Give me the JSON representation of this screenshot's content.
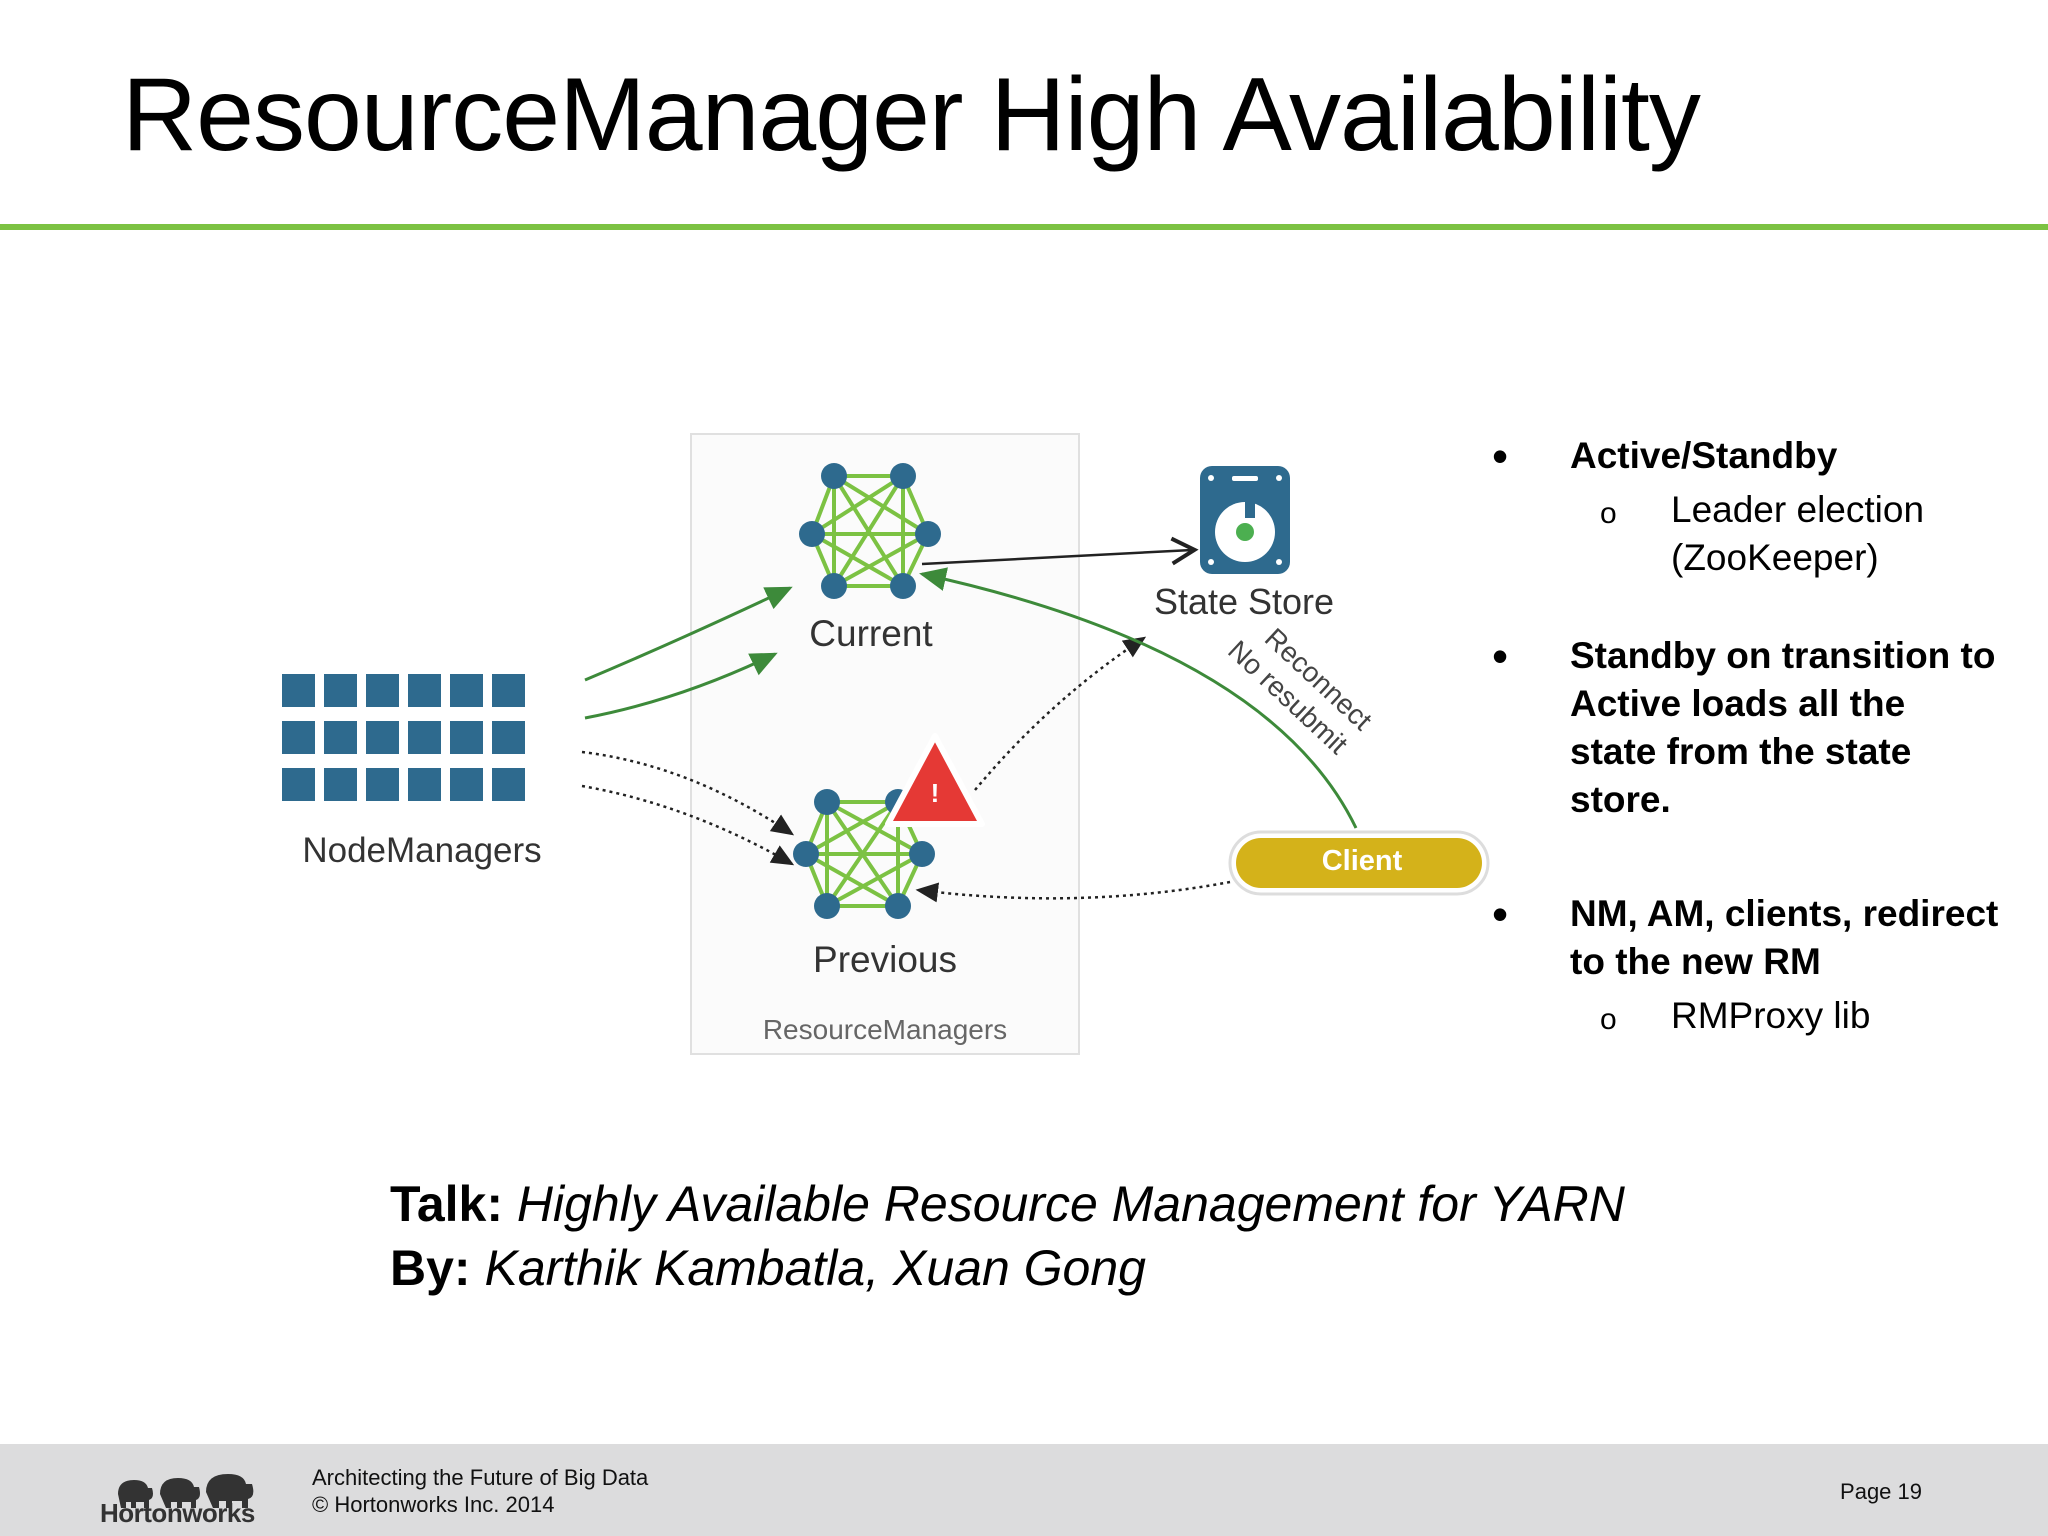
{
  "slide": {
    "title": "ResourceManager High Availability"
  },
  "diagram": {
    "labels": {
      "current": "Current",
      "previous": "Previous",
      "resource_managers": "ResourceManagers",
      "node_managers": "NodeManagers",
      "state_store": "State Store",
      "client": "Client",
      "reconnect": "Reconnect",
      "no_resubmit": "No resubmit",
      "warning": "!"
    },
    "colors": {
      "node_blue": "#2e6a8e",
      "edge_green": "#7cc243",
      "arrow_green": "#3d8a3a",
      "warning_red": "#e53935",
      "client_gold": "#d4b21a"
    }
  },
  "bullets": [
    {
      "text": "Active/Standby",
      "sub": [
        "Leader election",
        "(ZooKeeper)"
      ]
    },
    {
      "text_lines": [
        "Standby on transition to",
        "Active loads all the",
        "state from the state",
        "store."
      ]
    },
    {
      "text_lines": [
        "NM, AM, clients, redirect",
        "to the new RM"
      ],
      "sub": [
        "RMProxy lib"
      ]
    }
  ],
  "talk": {
    "talk_label": "Talk:",
    "talk_value": "Highly Available Resource Management for YARN",
    "by_label": "By:",
    "by_value": "Karthik Kambatla, Xuan Gong"
  },
  "footer": {
    "logo_text": "Hortonworks",
    "line1": "Architecting the Future of Big Data",
    "line2": "© Hortonworks Inc. 2014",
    "page": "Page 19"
  }
}
